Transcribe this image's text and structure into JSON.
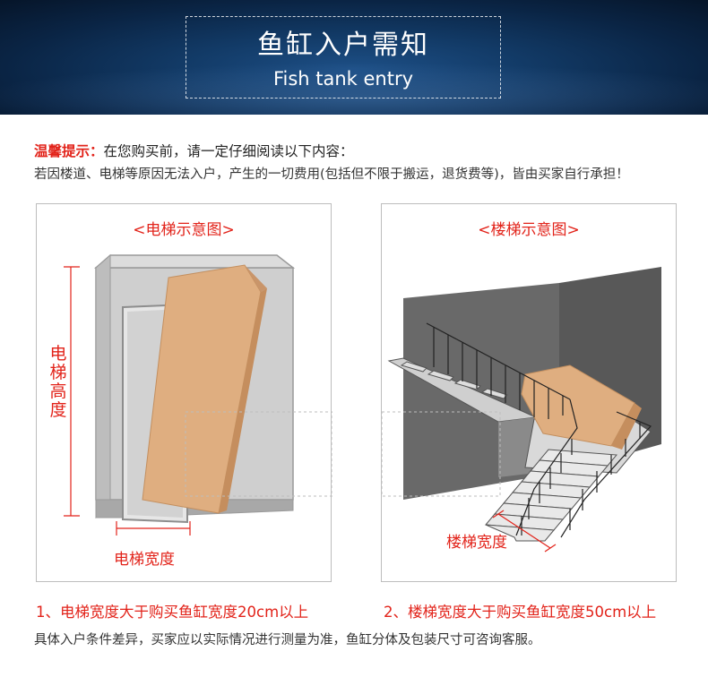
{
  "banner": {
    "title_cn": "鱼缸入户需知",
    "title_en": "Fish tank entry"
  },
  "tips": {
    "label": "温馨提示：",
    "line1": "在您购买前，请一定仔细阅读以下内容：",
    "line2": "若因楼道、电梯等原因无法入户，产生的一切费用(包括但不限于搬运，退货费等)，皆由买家自行承担！"
  },
  "elevator_panel": {
    "title": "<电梯示意图>",
    "height_label": "电梯高度",
    "width_label": "电梯宽度"
  },
  "stairs_panel": {
    "title": "<楼梯示意图>",
    "width_label": "楼梯宽度"
  },
  "requirements": {
    "elevator": "1、电梯宽度大于购买鱼缸宽度20cm以上",
    "stairs": "2、楼梯宽度大于购买鱼缸宽度50cm以上"
  },
  "footer": "具体入户条件差异，买家应以实际情况进行测量为准，鱼缸分体及包装尺寸可咨询客服。",
  "colors": {
    "accent_red": "#e2231a",
    "banner_blue": "#123a66",
    "box_tan": "#dfae80"
  }
}
